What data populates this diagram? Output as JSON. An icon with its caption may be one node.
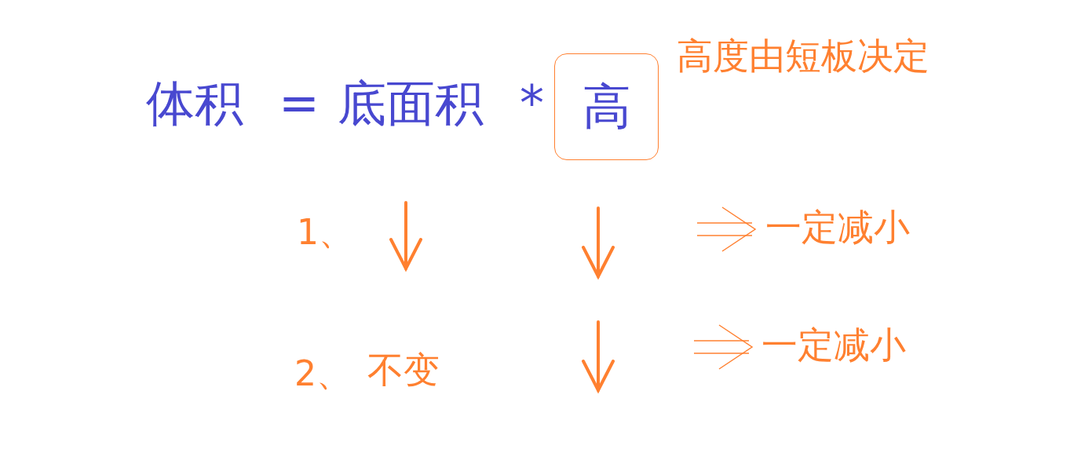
{
  "diagram": {
    "nodes": [
      {
        "text": [
          "高"
        ]
      }
    ],
    "edges": [],
    "labels": [
      "高度由短板决定",
      "体积",
      "=",
      "底面积",
      "*",
      "1、",
      "一定减小",
      "2、",
      "不变",
      "一定减小"
    ]
  }
}
